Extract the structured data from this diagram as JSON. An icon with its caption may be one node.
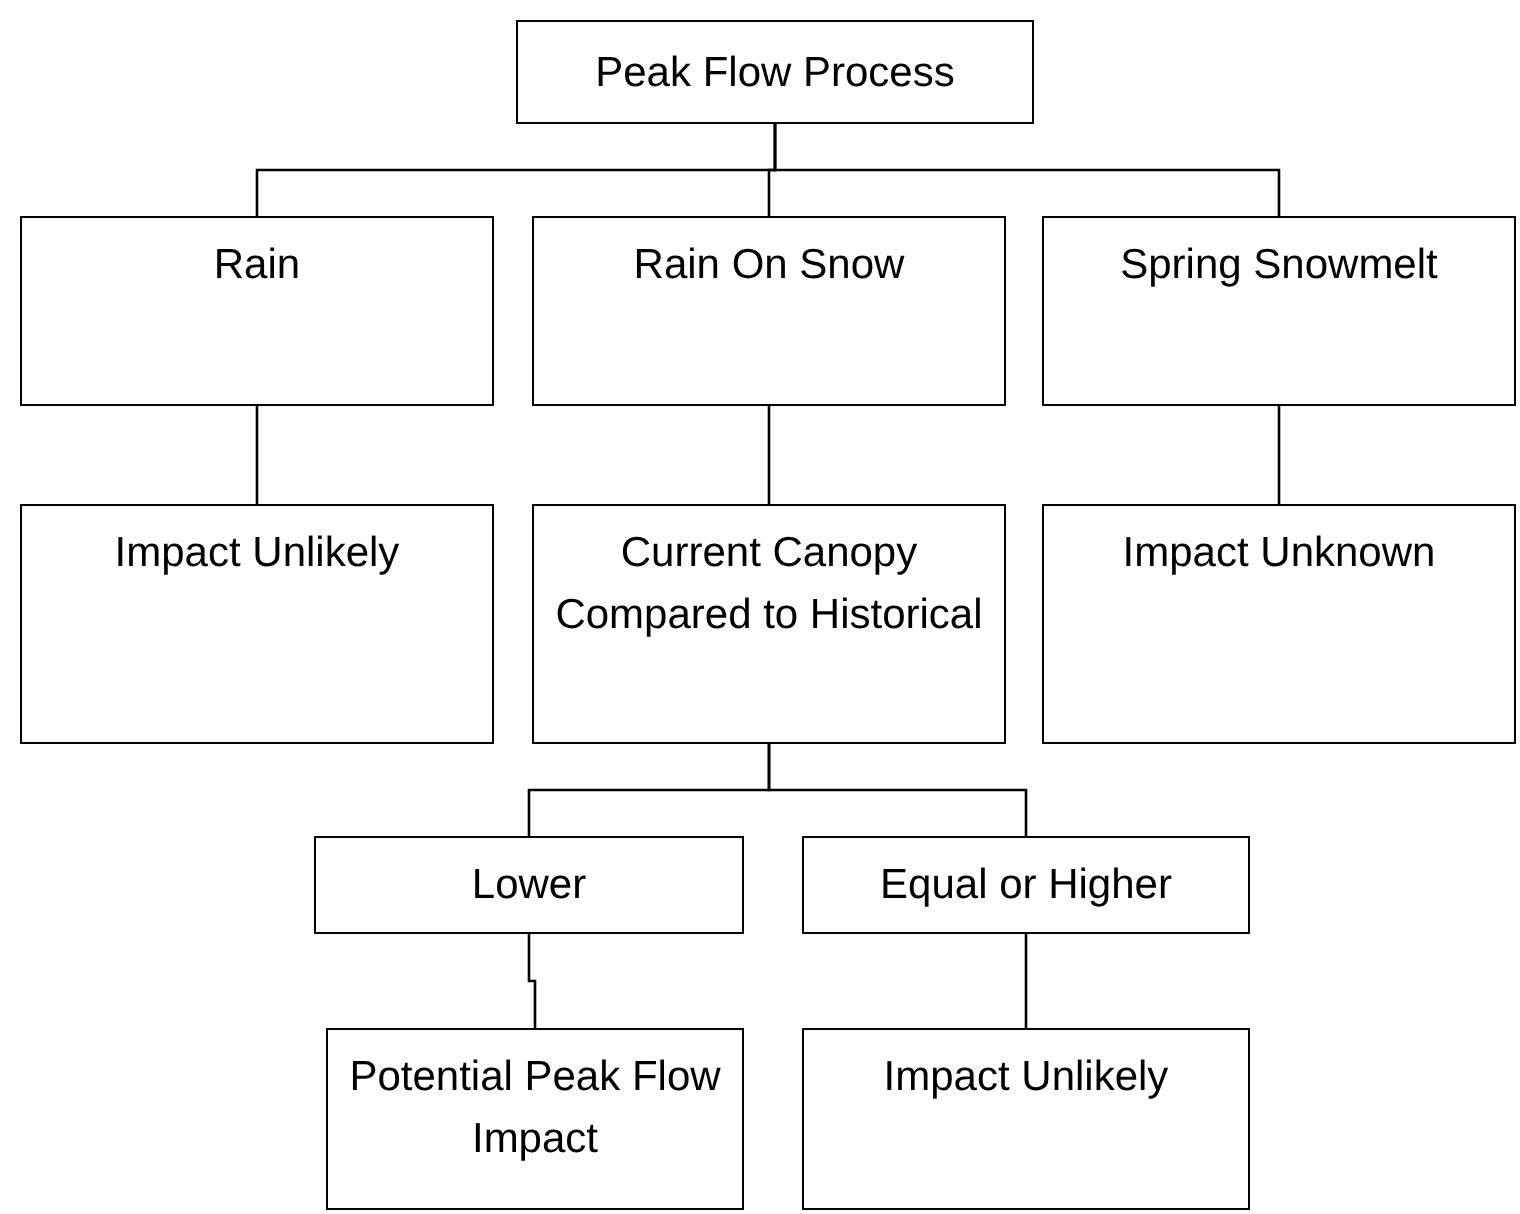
{
  "diagram": {
    "nodes": [
      {
        "text": [
          "Peak Flow Process"
        ]
      },
      {
        "text": [
          "Rain"
        ]
      },
      {
        "text": [
          "Rain On Snow"
        ]
      },
      {
        "text": [
          "Spring Snowmelt"
        ]
      },
      {
        "text": [
          "Impact Unlikely"
        ]
      },
      {
        "text": [
          "Current Canopy Compared to Historical"
        ]
      },
      {
        "text": [
          "Impact Unknown"
        ]
      },
      {
        "text": [
          "Lower"
        ]
      },
      {
        "text": [
          "Equal or Higher"
        ]
      },
      {
        "text": [
          "Potential Peak Flow Impact"
        ]
      },
      {
        "text": [
          "Impact Unlikely"
        ]
      }
    ],
    "edges": [
      {
        "from": 0,
        "to": 1,
        "arrow": "none"
      },
      {
        "from": 0,
        "to": 2,
        "arrow": "none"
      },
      {
        "from": 0,
        "to": 3,
        "arrow": "none"
      },
      {
        "from": 1,
        "to": 4,
        "arrow": "none"
      },
      {
        "from": 2,
        "to": 5,
        "arrow": "none"
      },
      {
        "from": 3,
        "to": 6,
        "arrow": "none"
      },
      {
        "from": 5,
        "to": 7,
        "arrow": "none"
      },
      {
        "from": 5,
        "to": 8,
        "arrow": "none"
      },
      {
        "from": 7,
        "to": 9,
        "arrow": "none"
      },
      {
        "from": 8,
        "to": 10,
        "arrow": "none"
      }
    ]
  }
}
